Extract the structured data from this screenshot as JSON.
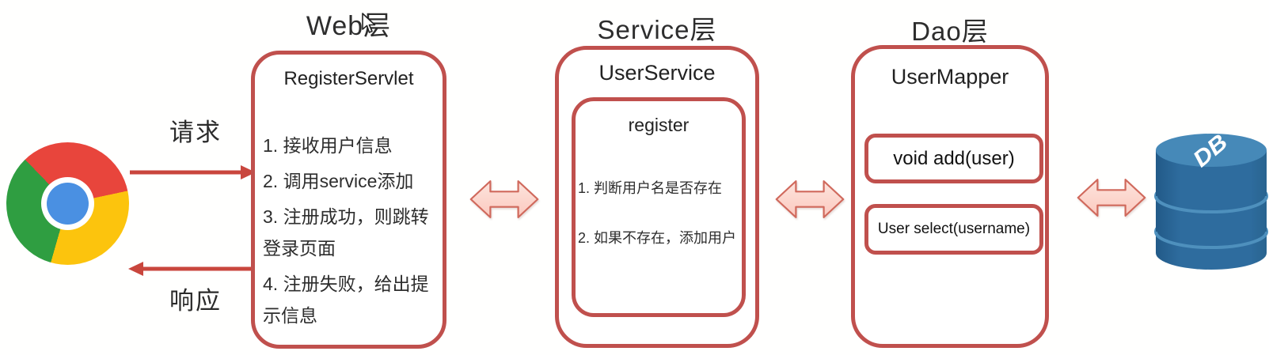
{
  "diagram": {
    "client": {
      "request_label": "请求",
      "response_label": "响应"
    },
    "web_layer": {
      "title": "Web层",
      "component": "RegisterServlet",
      "steps": [
        "1. 接收用户信息",
        "2. 调用service添加",
        "3. 注册成功，则跳转登录页面",
        "4. 注册失败，给出提示信息"
      ]
    },
    "service_layer": {
      "title": "Service层",
      "component": "UserService",
      "method": "register",
      "steps": [
        "1. 判断用户名是否存在",
        "2. 如果不存在，添加用户"
      ]
    },
    "dao_layer": {
      "title": "Dao层",
      "component": "UserMapper",
      "methods": [
        "void add(user)",
        "User select(username)"
      ]
    },
    "database": {
      "label": "DB"
    }
  },
  "colors": {
    "box_border": "#c0504d",
    "arrow_line": "#c9463d",
    "double_arrow_fill": "#fbc9bf",
    "double_arrow_border": "#d0695c",
    "text": "#2d2d2d",
    "db_body": "#2e6c9e",
    "db_top": "#4689b8"
  }
}
